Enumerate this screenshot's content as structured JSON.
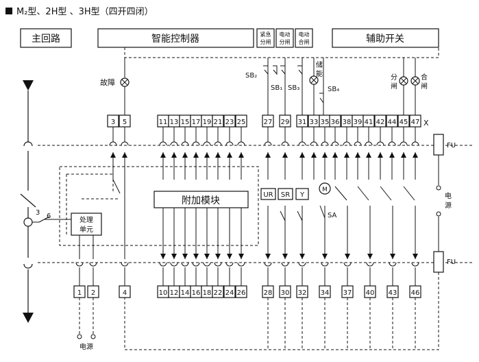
{
  "heading": {
    "bullet": "■",
    "text": "M₂型、2H型 、3H型（四开四闭）"
  },
  "header_boxes": {
    "main_circuit": "主回路",
    "controller": "智能控制器",
    "emergency_open": [
      "紧急",
      "分闸"
    ],
    "electric_open": [
      "电动",
      "分闸"
    ],
    "electric_close": [
      "电动",
      "合闸"
    ],
    "aux_switch": "辅助开关"
  },
  "labels": {
    "fault": "故障",
    "sb2": "SB₂",
    "sb1": "SB₁",
    "sb3": "SB₃",
    "sb4": "SB₄",
    "energy_storage": [
      "储",
      "能"
    ],
    "open_lamp": [
      "分",
      "闸"
    ],
    "close_lamp": [
      "合",
      "闸"
    ],
    "x": "X",
    "fu_top": "FU",
    "fu_bottom": "FU",
    "power_right": [
      "电",
      "源"
    ],
    "power_bottom": "电源",
    "addon_module": "附加模块",
    "processing_unit": [
      "处理",
      "单元"
    ],
    "ur": "UR",
    "sr": "SR",
    "y": "Y",
    "m": "M",
    "sa": "SA",
    "n3": "3",
    "n6": "6"
  },
  "top_terminals": [
    "3",
    "5",
    "11",
    "13",
    "15",
    "17",
    "19",
    "21",
    "23",
    "25",
    "27",
    "29",
    "31",
    "33",
    "35",
    "36",
    "38",
    "39",
    "41",
    "42",
    "44",
    "45",
    "47"
  ],
  "bottom_terminals": [
    "1",
    "2",
    "4",
    "10",
    "12",
    "14",
    "16",
    "18",
    "22",
    "24",
    "26",
    "28",
    "30",
    "32",
    "34",
    "37",
    "40",
    "43",
    "46"
  ]
}
